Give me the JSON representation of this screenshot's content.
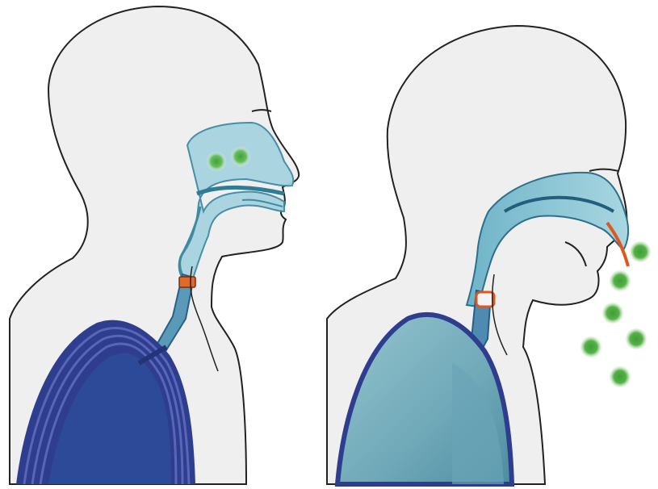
{
  "figure": {
    "panels": [
      {
        "id": "left",
        "state": "inhale",
        "particles_in_nose": 2
      },
      {
        "id": "right",
        "state": "sneeze",
        "particles_expelled": 6
      }
    ],
    "colors": {
      "skin": "#eeeeee",
      "outline": "#333333",
      "airway_light": "#9fd0dc",
      "airway_mid": "#5ea9bf",
      "lung_dark": "#2e3f92",
      "lung_bands": "#5360b4",
      "lung_light": "#7fb6c4",
      "particle": "#43a63a",
      "valve_orange": "#e0561f"
    }
  }
}
